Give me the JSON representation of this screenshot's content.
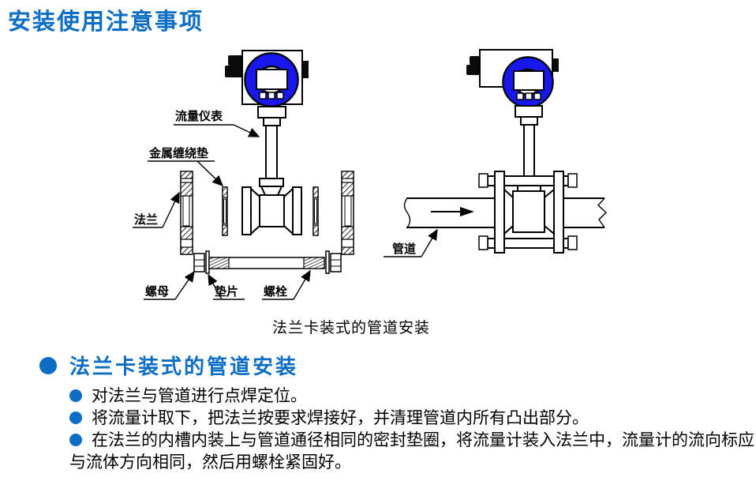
{
  "title": "安装使用注意事项",
  "figure": {
    "caption": "法兰卡装式的管道安装",
    "left_labels": {
      "flow_meter": "流量仪表",
      "metal_wound_gasket": "金属缠绕垫",
      "flange": "法兰",
      "nut": "螺母",
      "washer": "垫片",
      "bolt": "螺栓"
    },
    "right_labels": {
      "pipe": "管道"
    }
  },
  "section": {
    "heading": "法兰卡装式的管道安装",
    "bullets": [
      "对法兰与管道进行点焊定位。",
      "将流量计取下，把法兰按要求焊接好，并清理管道内所有凸出部分。",
      "在法兰的内槽内装上与管道通径相同的密封垫圈，将流量计装入法兰中，流量计的流向标应与流体方向相同，然后用螺栓紧固好。"
    ]
  },
  "colors": {
    "accent_blue": "#0B6EC4",
    "ring_blue": "#1717EE"
  }
}
